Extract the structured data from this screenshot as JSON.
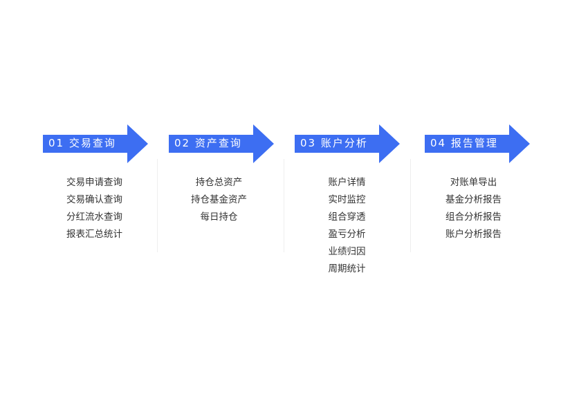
{
  "accent_color": "#3d6ef2",
  "steps": [
    {
      "label": "01 交易查询",
      "items": [
        "交易申请查询",
        "交易确认查询",
        "分红流水查询",
        "报表汇总统计"
      ]
    },
    {
      "label": "02 资产查询",
      "items": [
        "持仓总资产",
        "持仓基金资产",
        "每日持仓"
      ]
    },
    {
      "label": "03 账户分析",
      "items": [
        "账户详情",
        "实时监控",
        "组合穿透",
        "盈亏分析",
        "业绩归因",
        "周期统计"
      ]
    },
    {
      "label": "04 报告管理",
      "items": [
        "对账单导出",
        "基金分析报告",
        "组合分析报告",
        "账户分析报告"
      ]
    }
  ]
}
